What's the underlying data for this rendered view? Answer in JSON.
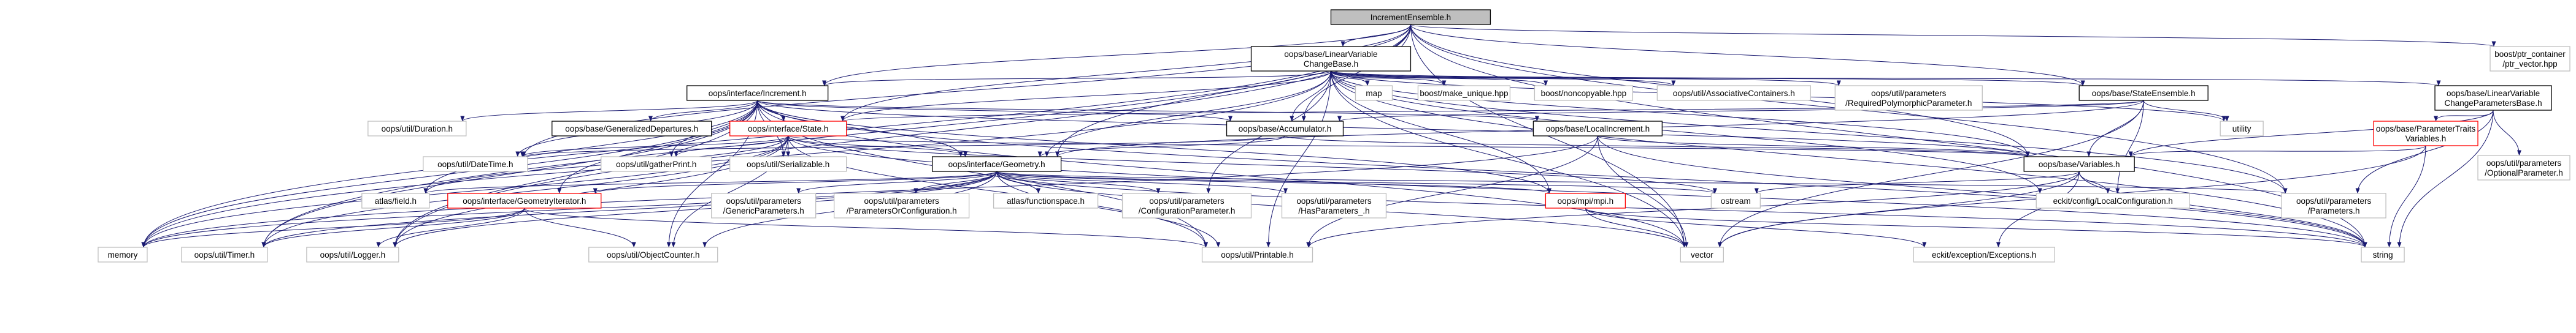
{
  "nodes": [
    {
      "id": "root",
      "lines": [
        "IncrementEnsemble.h"
      ],
      "style": "root"
    },
    {
      "id": "lvcb",
      "lines": [
        "oops/base/LinearVariable",
        "ChangeBase.h"
      ],
      "style": "normal"
    },
    {
      "id": "ptrvec",
      "lines": [
        "boost/ptr_container",
        "/ptr_vector.hpp"
      ],
      "style": "leaf"
    },
    {
      "id": "incr",
      "lines": [
        "oops/interface/Increment.h"
      ],
      "style": "normal"
    },
    {
      "id": "map",
      "lines": [
        "map"
      ],
      "style": "leaf"
    },
    {
      "id": "mku",
      "lines": [
        "boost/make_unique.hpp"
      ],
      "style": "leaf"
    },
    {
      "id": "nonc",
      "lines": [
        "boost/noncopyable.hpp"
      ],
      "style": "leaf"
    },
    {
      "id": "assoc",
      "lines": [
        "oops/util/AssociativeContainers.h"
      ],
      "style": "leaf"
    },
    {
      "id": "reqpoly",
      "lines": [
        "oops/util/parameters",
        "/RequiredPolymorphicParameter.h"
      ],
      "style": "leaf"
    },
    {
      "id": "stens",
      "lines": [
        "oops/base/StateEnsemble.h"
      ],
      "style": "normal"
    },
    {
      "id": "lvcpb",
      "lines": [
        "oops/base/LinearVariable",
        "ChangeParametersBase.h"
      ],
      "style": "normal"
    },
    {
      "id": "dur",
      "lines": [
        "oops/util/Duration.h"
      ],
      "style": "leaf"
    },
    {
      "id": "gendep",
      "lines": [
        "oops/base/GeneralizedDepartures.h"
      ],
      "style": "normal"
    },
    {
      "id": "state",
      "lines": [
        "oops/interface/State.h"
      ],
      "style": "red"
    },
    {
      "id": "accum",
      "lines": [
        "oops/base/Accumulator.h"
      ],
      "style": "normal"
    },
    {
      "id": "utility",
      "lines": [
        "utility"
      ],
      "style": "leaf"
    },
    {
      "id": "locinc",
      "lines": [
        "oops/base/LocalIncrement.h"
      ],
      "style": "normal"
    },
    {
      "id": "ptraits",
      "lines": [
        "oops/base/ParameterTraits",
        "Variables.h"
      ],
      "style": "red"
    },
    {
      "id": "optp",
      "lines": [
        "oops/util/parameters",
        "/OptionalParameter.h"
      ],
      "style": "leaf"
    },
    {
      "id": "datetime",
      "lines": [
        "oops/util/DateTime.h"
      ],
      "style": "leaf"
    },
    {
      "id": "gprint",
      "lines": [
        "oops/util/gatherPrint.h"
      ],
      "style": "leaf"
    },
    {
      "id": "serial",
      "lines": [
        "oops/util/Serializable.h"
      ],
      "style": "leaf"
    },
    {
      "id": "geom",
      "lines": [
        "oops/interface/Geometry.h"
      ],
      "style": "normal"
    },
    {
      "id": "vars",
      "lines": [
        "oops/base/Variables.h"
      ],
      "style": "normal"
    },
    {
      "id": "field",
      "lines": [
        "atlas/field.h"
      ],
      "style": "leaf"
    },
    {
      "id": "geomit",
      "lines": [
        "oops/interface/GeometryIterator.h"
      ],
      "style": "red"
    },
    {
      "id": "genparams",
      "lines": [
        "oops/util/parameters",
        "/GenericParameters.h"
      ],
      "style": "leaf"
    },
    {
      "id": "paramscfg",
      "lines": [
        "oops/util/parameters",
        "/ParametersOrConfiguration.h"
      ],
      "style": "leaf"
    },
    {
      "id": "fspace",
      "lines": [
        "atlas/functionspace.h"
      ],
      "style": "leaf"
    },
    {
      "id": "cfgparam",
      "lines": [
        "oops/util/parameters",
        "/ConfigurationParameter.h"
      ],
      "style": "leaf"
    },
    {
      "id": "haspar",
      "lines": [
        "oops/util/parameters",
        "/HasParameters_.h"
      ],
      "style": "leaf"
    },
    {
      "id": "mpi",
      "lines": [
        "oops/mpi/mpi.h"
      ],
      "style": "red"
    },
    {
      "id": "ostream",
      "lines": [
        "ostream"
      ],
      "style": "leaf"
    },
    {
      "id": "lcfg",
      "lines": [
        "eckit/config/LocalConfiguration.h"
      ],
      "style": "leaf"
    },
    {
      "id": "params",
      "lines": [
        "oops/util/parameters",
        "/Parameters.h"
      ],
      "style": "leaf"
    },
    {
      "id": "memory",
      "lines": [
        "memory"
      ],
      "style": "leaf"
    },
    {
      "id": "timer",
      "lines": [
        "oops/util/Timer.h"
      ],
      "style": "leaf"
    },
    {
      "id": "logger",
      "lines": [
        "oops/util/Logger.h"
      ],
      "style": "leaf"
    },
    {
      "id": "objcnt",
      "lines": [
        "oops/util/ObjectCounter.h"
      ],
      "style": "leaf"
    },
    {
      "id": "printable",
      "lines": [
        "oops/util/Printable.h"
      ],
      "style": "leaf"
    },
    {
      "id": "vector",
      "lines": [
        "vector"
      ],
      "style": "leaf"
    },
    {
      "id": "except",
      "lines": [
        "eckit/exception/Exceptions.h"
      ],
      "style": "leaf"
    },
    {
      "id": "string",
      "lines": [
        "string"
      ],
      "style": "leaf"
    }
  ],
  "edges": [
    [
      "root",
      "lvcb"
    ],
    [
      "root",
      "ptrvec"
    ],
    [
      "root",
      "incr"
    ],
    [
      "root",
      "state"
    ],
    [
      "root",
      "stens"
    ],
    [
      "root",
      "vars"
    ],
    [
      "root",
      "accum"
    ],
    [
      "root",
      "geom"
    ],
    [
      "root",
      "datetime"
    ],
    [
      "root",
      "memory"
    ],
    [
      "root",
      "timer"
    ],
    [
      "root",
      "logger"
    ],
    [
      "root",
      "vector"
    ],
    [
      "root",
      "string"
    ],
    [
      "root",
      "params"
    ],
    [
      "lvcb",
      "map"
    ],
    [
      "lvcb",
      "mku"
    ],
    [
      "lvcb",
      "nonc"
    ],
    [
      "lvcb",
      "assoc"
    ],
    [
      "lvcb",
      "reqpoly"
    ],
    [
      "lvcb",
      "incr"
    ],
    [
      "lvcb",
      "state"
    ],
    [
      "lvcb",
      "stens"
    ],
    [
      "lvcb",
      "lvcpb"
    ],
    [
      "lvcb",
      "utility"
    ],
    [
      "lvcb",
      "vars"
    ],
    [
      "lvcb",
      "geom"
    ],
    [
      "lvcb",
      "memory"
    ],
    [
      "lvcb",
      "cfgparam"
    ],
    [
      "lvcb",
      "printable"
    ],
    [
      "lvcb",
      "vector"
    ],
    [
      "lvcb",
      "string"
    ],
    [
      "lvcb",
      "params"
    ],
    [
      "lvcb",
      "mpi"
    ],
    [
      "lvcb",
      "lcfg"
    ],
    [
      "lvcb",
      "accum"
    ],
    [
      "incr",
      "dur"
    ],
    [
      "incr",
      "gendep"
    ],
    [
      "incr",
      "state"
    ],
    [
      "incr",
      "accum"
    ],
    [
      "incr",
      "locinc"
    ],
    [
      "incr",
      "datetime"
    ],
    [
      "incr",
      "gprint"
    ],
    [
      "incr",
      "serial"
    ],
    [
      "incr",
      "geom"
    ],
    [
      "incr",
      "vars"
    ],
    [
      "incr",
      "field"
    ],
    [
      "incr",
      "geomit"
    ],
    [
      "incr",
      "memory"
    ],
    [
      "incr",
      "timer"
    ],
    [
      "incr",
      "logger"
    ],
    [
      "incr",
      "objcnt"
    ],
    [
      "incr",
      "printable"
    ],
    [
      "incr",
      "vector"
    ],
    [
      "incr",
      "string"
    ],
    [
      "incr",
      "mpi"
    ],
    [
      "stens",
      "state"
    ],
    [
      "stens",
      "utility"
    ],
    [
      "stens",
      "vars"
    ],
    [
      "stens",
      "geom"
    ],
    [
      "stens",
      "vector"
    ],
    [
      "stens",
      "lcfg"
    ],
    [
      "stens",
      "accum"
    ],
    [
      "lvcpb",
      "ptraits"
    ],
    [
      "lvcpb",
      "optp"
    ],
    [
      "lvcpb",
      "vars"
    ],
    [
      "lvcpb",
      "params"
    ],
    [
      "lvcpb",
      "string"
    ],
    [
      "state",
      "datetime"
    ],
    [
      "state",
      "gprint"
    ],
    [
      "state",
      "serial"
    ],
    [
      "state",
      "geom"
    ],
    [
      "state",
      "vars"
    ],
    [
      "state",
      "field"
    ],
    [
      "state",
      "memory"
    ],
    [
      "state",
      "timer"
    ],
    [
      "state",
      "logger"
    ],
    [
      "state",
      "objcnt"
    ],
    [
      "state",
      "printable"
    ],
    [
      "state",
      "string"
    ],
    [
      "state",
      "ostream"
    ],
    [
      "accum",
      "geom"
    ],
    [
      "accum",
      "vars"
    ],
    [
      "accum",
      "datetime"
    ],
    [
      "locinc",
      "vars"
    ],
    [
      "locinc",
      "printable"
    ],
    [
      "locinc",
      "vector"
    ],
    [
      "locinc",
      "string"
    ],
    [
      "locinc",
      "memory"
    ],
    [
      "ptraits",
      "vars"
    ],
    [
      "ptraits",
      "vector"
    ],
    [
      "ptraits",
      "string"
    ],
    [
      "geom",
      "field"
    ],
    [
      "geom",
      "geomit"
    ],
    [
      "geom",
      "genparams"
    ],
    [
      "geom",
      "paramscfg"
    ],
    [
      "geom",
      "fspace"
    ],
    [
      "geom",
      "cfgparam"
    ],
    [
      "geom",
      "haspar"
    ],
    [
      "geom",
      "mpi"
    ],
    [
      "geom",
      "ostream"
    ],
    [
      "geom",
      "params"
    ],
    [
      "geom",
      "memory"
    ],
    [
      "geom",
      "timer"
    ],
    [
      "geom",
      "logger"
    ],
    [
      "geom",
      "objcnt"
    ],
    [
      "geom",
      "printable"
    ],
    [
      "geom",
      "vector"
    ],
    [
      "geom",
      "string"
    ],
    [
      "vars",
      "lcfg"
    ],
    [
      "vars",
      "ostream"
    ],
    [
      "vars",
      "printable"
    ],
    [
      "vars",
      "vector"
    ],
    [
      "vars",
      "string"
    ],
    [
      "vars",
      "except"
    ],
    [
      "geomit",
      "memory"
    ],
    [
      "geomit",
      "timer"
    ],
    [
      "geomit",
      "logger"
    ],
    [
      "geomit",
      "objcnt"
    ],
    [
      "geomit",
      "printable"
    ],
    [
      "mpi",
      "vector"
    ],
    [
      "mpi",
      "string"
    ],
    [
      "mpi",
      "except"
    ]
  ]
}
